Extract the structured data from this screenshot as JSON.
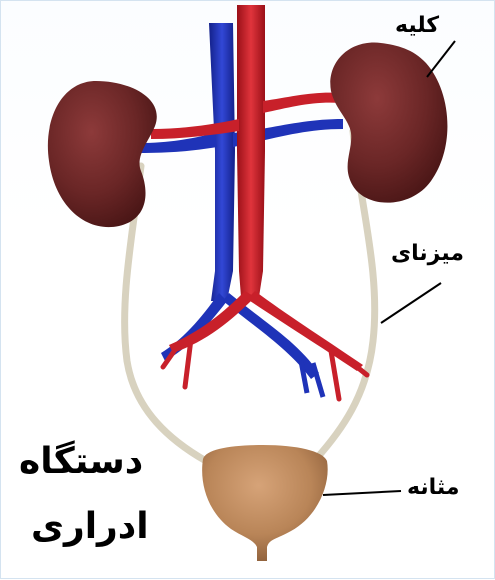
{
  "labels": {
    "kidney": "کلیه",
    "ureter": "میزنای",
    "bladder": "مثانه"
  },
  "title": {
    "line1": "دستگاه",
    "line2": "ادراری"
  },
  "colors": {
    "kidney": "#6a2626",
    "artery": "#c8202a",
    "vein": "#1f33b8",
    "ureter": "#d8d2bf",
    "bladder": "#b98558",
    "leader": "#000000"
  }
}
